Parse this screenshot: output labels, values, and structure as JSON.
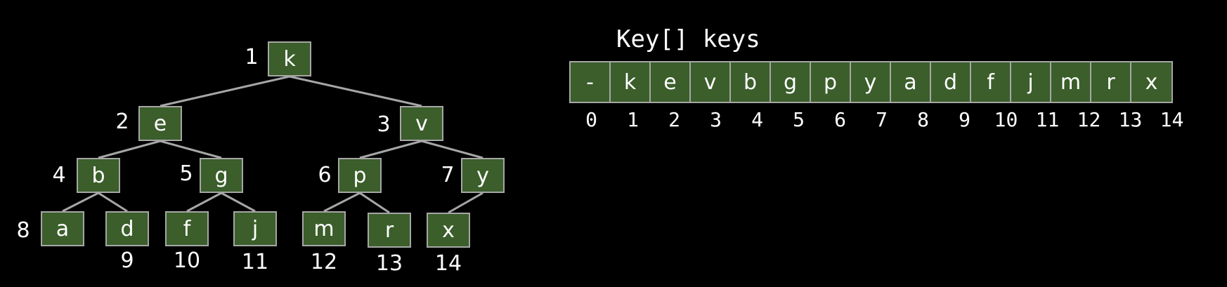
{
  "array": {
    "title": "Key[] keys",
    "cells": [
      "-",
      "k",
      "e",
      "v",
      "b",
      "g",
      "p",
      "y",
      "a",
      "d",
      "f",
      "j",
      "m",
      "r",
      "x"
    ],
    "indices": [
      "0",
      "1",
      "2",
      "3",
      "4",
      "5",
      "6",
      "7",
      "8",
      "9",
      "10",
      "11",
      "12",
      "13",
      "14"
    ]
  },
  "tree": {
    "nodes": [
      {
        "index": "1",
        "key": "k"
      },
      {
        "index": "2",
        "key": "e"
      },
      {
        "index": "3",
        "key": "v"
      },
      {
        "index": "4",
        "key": "b"
      },
      {
        "index": "5",
        "key": "g"
      },
      {
        "index": "6",
        "key": "p"
      },
      {
        "index": "7",
        "key": "y"
      },
      {
        "index": "8",
        "key": "a"
      },
      {
        "index": "9",
        "key": "d"
      },
      {
        "index": "10",
        "key": "f"
      },
      {
        "index": "11",
        "key": "j"
      },
      {
        "index": "12",
        "key": "m"
      },
      {
        "index": "13",
        "key": "r"
      },
      {
        "index": "14",
        "key": "x"
      }
    ]
  },
  "colors": {
    "background": "#000000",
    "node_fill": "#3b5e2b",
    "border": "#a6a6a6",
    "edge": "#a6a6a6",
    "text": "#ffffff"
  }
}
